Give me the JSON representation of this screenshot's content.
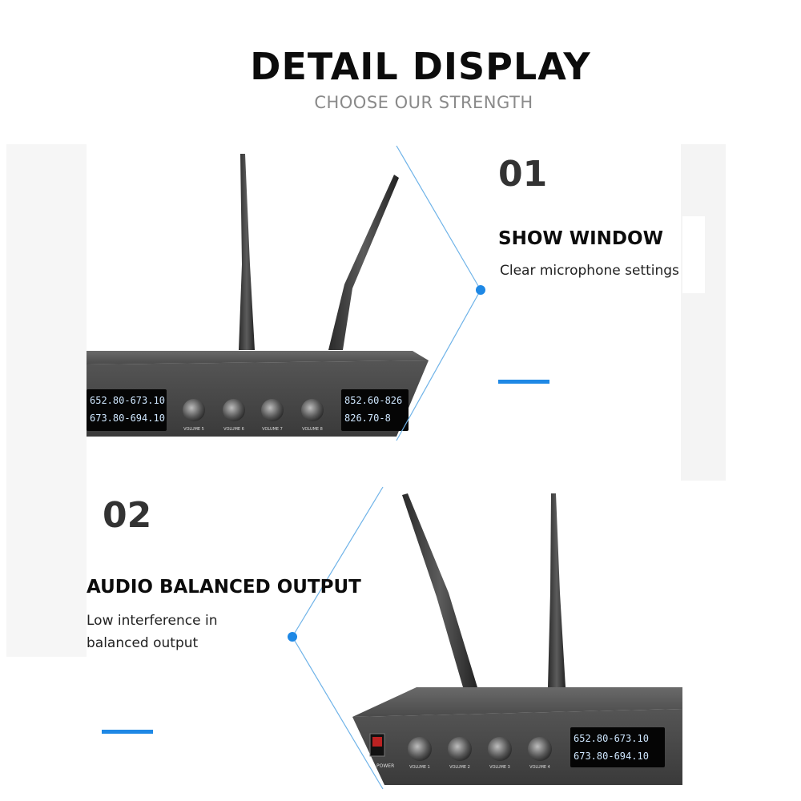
{
  "header": {
    "title": "DETAIL DISPLAY",
    "subtitle": "CHOOSE OUR STRENGTH"
  },
  "features": [
    {
      "number": "01",
      "heading": "SHOW WINDOW",
      "description": "Clear microphone settings"
    },
    {
      "number": "02",
      "heading": "AUDIO BALANCED OUTPUT",
      "description_line1": "Low interference in",
      "description_line2": "balanced output"
    }
  ],
  "device_top": {
    "display_left_row1": "652.80-673.10",
    "display_left_row2": "673.80-694.10",
    "display_right_row1": "852.60-826",
    "display_right_row2": "826.70-8",
    "knobs": [
      "VOLUME 5",
      "VOLUME 6",
      "VOLUME 7",
      "VOLUME 8"
    ]
  },
  "device_bottom": {
    "power_label": "POWER",
    "display_row1": "652.80-673.10",
    "display_row2": "673.80-694.10",
    "knobs": [
      "VOLUME 1",
      "VOLUME 2",
      "VOLUME 3",
      "VOLUME 4"
    ]
  },
  "colors": {
    "accent": "#1e88e5",
    "chassis": "#3a3a3a",
    "lcd_text": "#cfe7ff"
  }
}
